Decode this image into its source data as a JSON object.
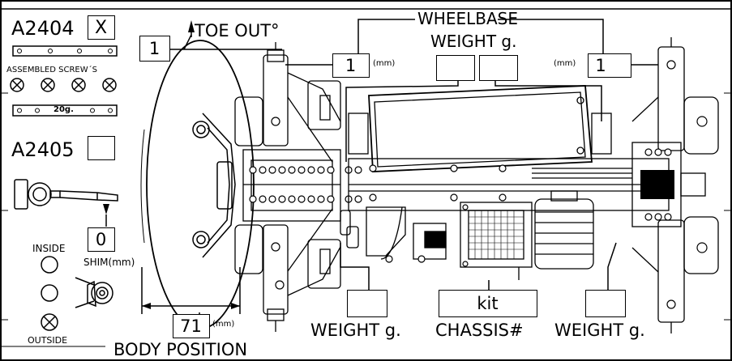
{
  "left_panel": {
    "part1_code": "A2404",
    "part1_checkbox": "X",
    "screws_label": "ASSEMBLED SCREW´S",
    "weight_strip_label": "20g.",
    "part2_code": "A2405",
    "shim_value": "0",
    "shim_label": "SHIM(mm)",
    "inside_label": "INSIDE",
    "outside_label": "OUTSIDE"
  },
  "front": {
    "toe_value": "1",
    "toe_label": "TOE OUT°",
    "left_ride_value": "1",
    "left_ride_unit": "(mm)",
    "right_ride_value": "1",
    "right_ride_unit": "(mm)"
  },
  "top_labels": {
    "wheelbase": "WHEELBASE",
    "weight_g": "WEIGHT g."
  },
  "bottom": {
    "body_position_value": "71",
    "body_position_unit": "(mm)",
    "body_position_label": "BODY POSITION",
    "weight_left_label": "WEIGHT g.",
    "chassis_value": "kit",
    "chassis_label": "CHASSIS#",
    "weight_right_label": "WEIGHT g."
  }
}
